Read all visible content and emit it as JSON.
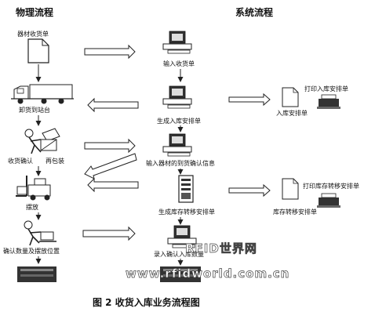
{
  "headers": {
    "physical": "物理流程",
    "system": "系统流程"
  },
  "physical_steps": [
    {
      "label": "器材收货单",
      "icon": "document-icon"
    },
    {
      "label": "卸货到站台",
      "icon": "truck-icon"
    },
    {
      "label": "收货确认",
      "label2": "再包装",
      "icon": "worker-box-icon"
    },
    {
      "label": "摆放",
      "icon": "forklift-icon"
    },
    {
      "label": "确认数量及摆放位置",
      "icon": "worker-pallet-icon"
    },
    {
      "label": "",
      "icon": "stack-icon"
    }
  ],
  "system_steps": [
    {
      "label": "输入收货单",
      "icon": "computer-icon"
    },
    {
      "label": "生成入库安排单",
      "icon": "computer-icon"
    },
    {
      "label": "输入器材的到货确认信息",
      "icon": "computer-icon"
    },
    {
      "label": "生成库存转移安排单",
      "icon": "server-icon"
    },
    {
      "label": "录入确认入库数量",
      "icon": "computer-icon"
    }
  ],
  "outputs": [
    {
      "print_label": "打印入库安排单",
      "doc_label": "入库安排单",
      "icon": "printer-icon"
    },
    {
      "print_label": "打印库存转移安排单",
      "doc_label": "库存转移安排单",
      "icon": "printer-icon"
    }
  ],
  "watermark": {
    "line1": "RFID世界网",
    "line2": "www.rfidworld.com.cn"
  },
  "caption": "图 2   收货入库业务流程图"
}
